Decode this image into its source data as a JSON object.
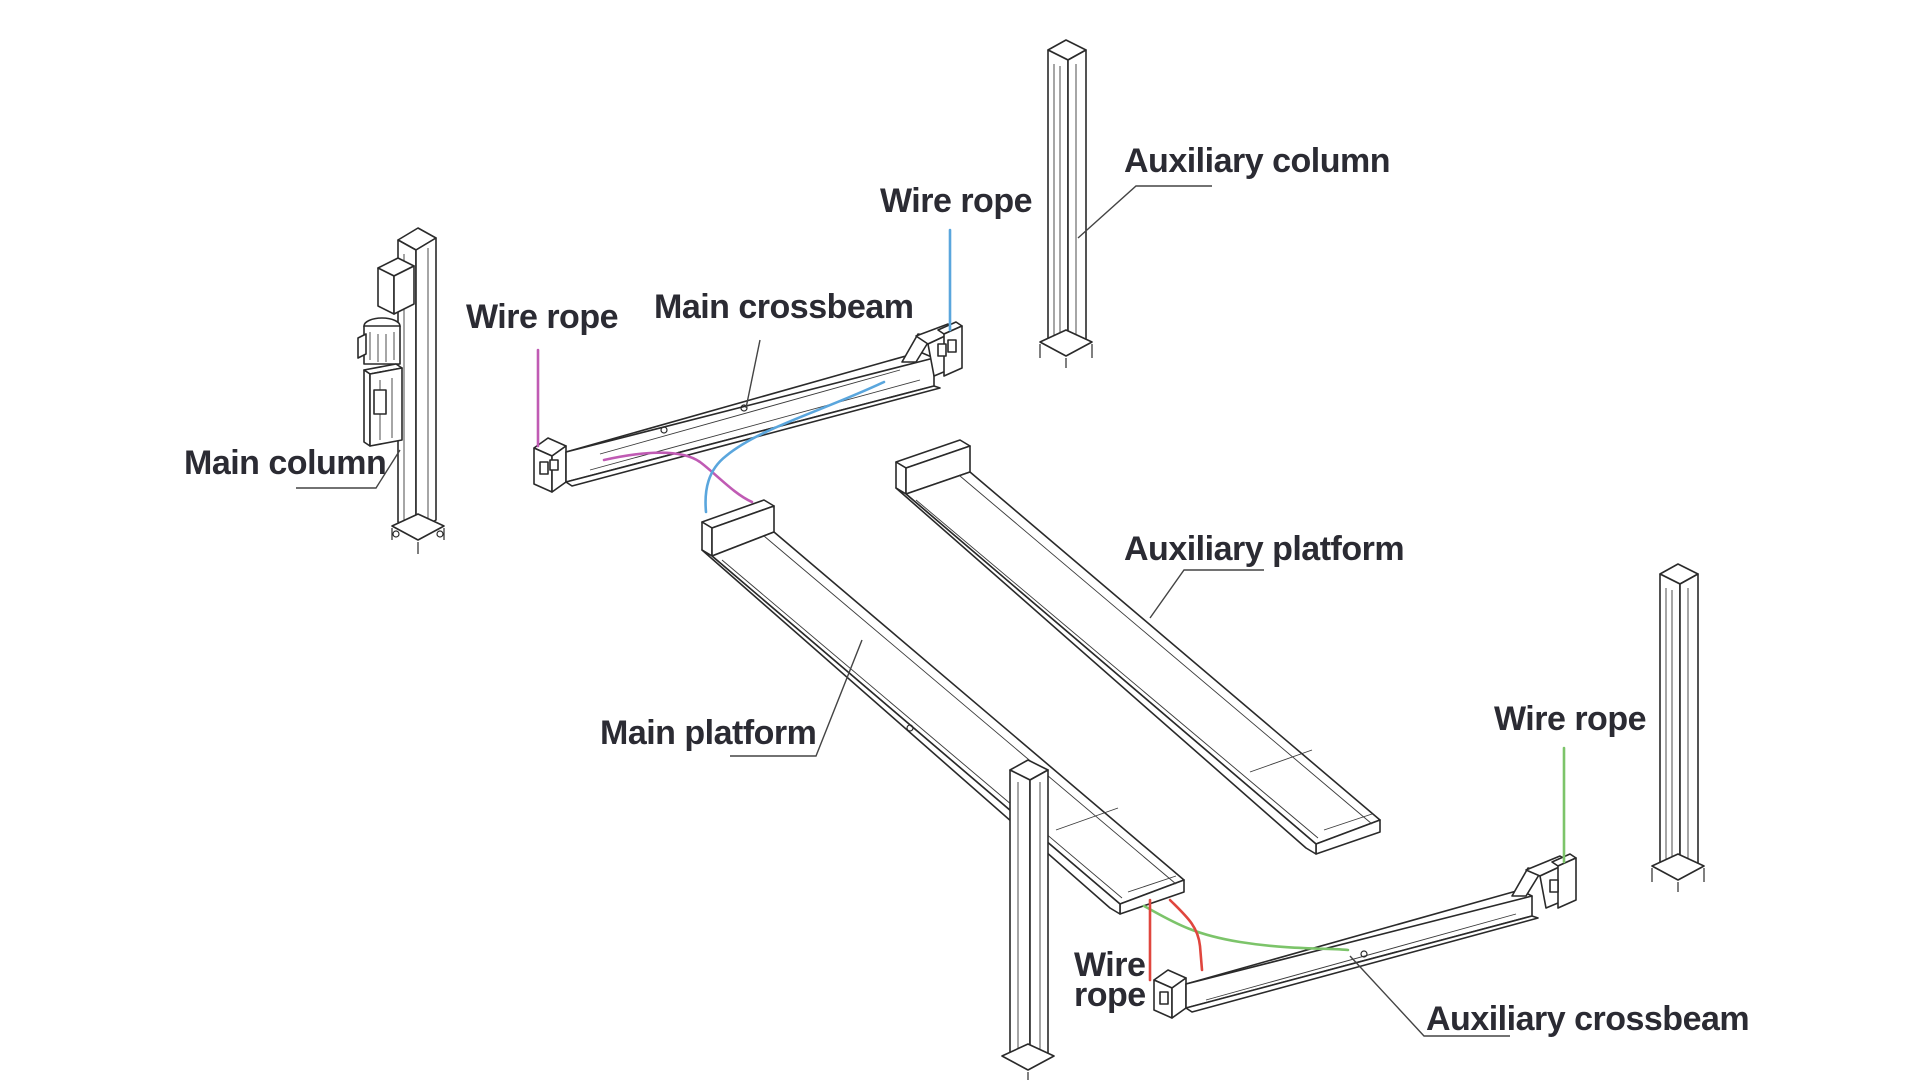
{
  "labels": {
    "main_column": "Main column",
    "wire_rope_1": "Wire rope",
    "main_crossbeam": "Main crossbeam",
    "wire_rope_2": "Wire rope",
    "auxiliary_column": "Auxiliary column",
    "auxiliary_platform": "Auxiliary platform",
    "main_platform": "Main platform",
    "wire_rope_3": "Wire rope",
    "wire_rope_4_line1": "Wire",
    "wire_rope_4_line2": "rope",
    "auxiliary_crossbeam": "Auxiliary crossbeam"
  },
  "colors": {
    "line_art": "#2a2a2a",
    "label_text": "#2b2b33",
    "rope_magenta": "#c05bb4",
    "rope_blue": "#5aa6dd",
    "rope_green": "#7cc46a",
    "rope_red": "#e0463e"
  }
}
